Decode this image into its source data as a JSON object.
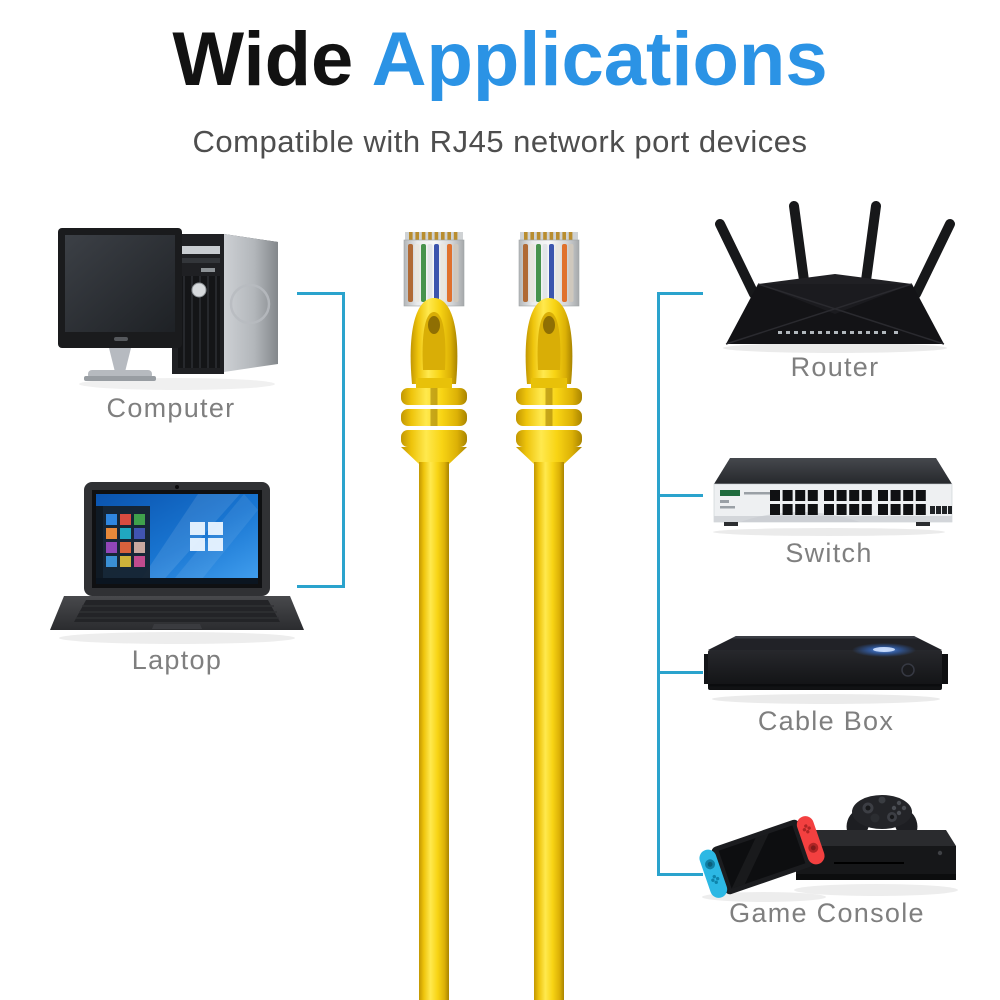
{
  "header": {
    "title_black": "Wide",
    "title_blue": "Applications",
    "subtitle": "Compatible with RJ45 network port devices"
  },
  "colors": {
    "title_black": "#121212",
    "accent_blue": "#2b93e5",
    "subtitle_gray": "#4e4e4e",
    "label_gray": "#7f7f7f",
    "bracket_line_teal": "#2aa3cd",
    "cable_yellow": "#f7d414"
  },
  "devices": {
    "left": [
      {
        "id": "computer",
        "label": "Computer",
        "icon": "desktop-computer-icon"
      },
      {
        "id": "laptop",
        "label": "Laptop",
        "icon": "laptop-icon"
      }
    ],
    "right": [
      {
        "id": "router",
        "label": "Router",
        "icon": "wifi-router-icon"
      },
      {
        "id": "switch",
        "label": "Switch",
        "icon": "network-switch-icon"
      },
      {
        "id": "cable-box",
        "label": "Cable Box",
        "icon": "cable-box-icon"
      },
      {
        "id": "game-console",
        "label": "Game Console",
        "icon": "game-console-icon"
      }
    ]
  },
  "cables": {
    "count": 2,
    "icon": "yellow-rj45-ethernet-cable-icon"
  }
}
